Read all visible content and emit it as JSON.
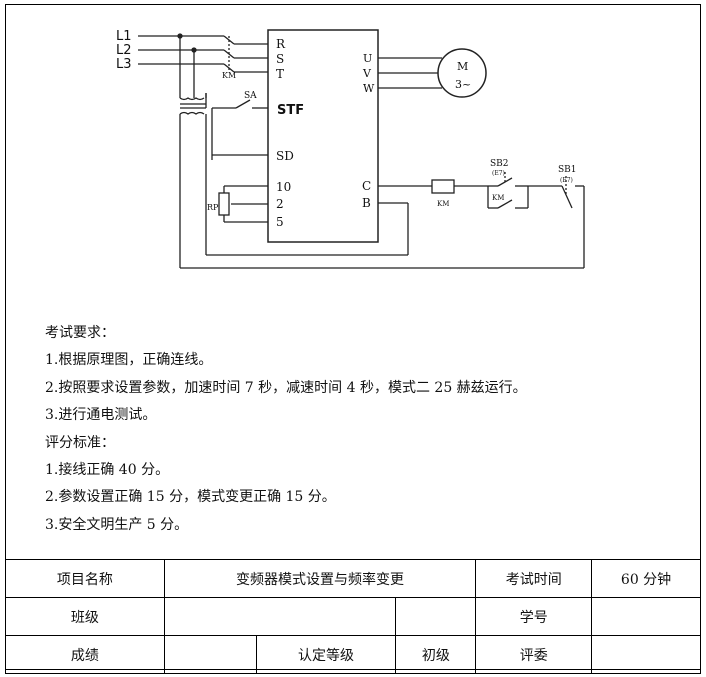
{
  "diagram": {
    "phases": [
      "L1",
      "L2",
      "L3"
    ],
    "inverter_inputs": [
      "R",
      "S",
      "T"
    ],
    "inverter_outputs": [
      "U",
      "V",
      "W"
    ],
    "motor_label": [
      "M",
      "3~"
    ],
    "contactor_main_label": "KM",
    "switch_label": "SA",
    "stf_label": "STF",
    "sd_label": "SD",
    "pot_label": "RP",
    "analog_terminals": [
      "10",
      "2",
      "5"
    ],
    "relay_terminals": [
      "C",
      "B"
    ],
    "coil_label": "KM",
    "sb2_label": "SB2",
    "sb2_sub": "(E7)",
    "sb2_km_label": "KM",
    "sb1_label": "SB1",
    "sb1_sub": "(E7)"
  },
  "requirements": {
    "heading1": "考试要求：",
    "item1": "1.根据原理图，正确连线。",
    "item2": "2.按照要求设置参数，加速时间 7 秒，减速时间 4 秒，模式二 25 赫兹运行。",
    "item3": "3.进行通电测试。",
    "heading2": "评分标准：",
    "score1": "1.接线正确  40 分。",
    "score2": "2.参数设置正确 15 分，模式变更正确 15 分。",
    "score3": "3.安全文明生产 5 分。"
  },
  "table": {
    "project_name_label": "项目名称",
    "project_name_value": "变频器模式设置与频率变更",
    "exam_time_label": "考试时间",
    "exam_time_value": "60 分钟",
    "class_label": "班级",
    "class_value": "",
    "student_id_label": "学号",
    "student_id_value": "",
    "score_label": "成绩",
    "score_value": "",
    "grade_label": "认定等级",
    "grade_value": "初级",
    "judge_label": "评委",
    "judge_value": ""
  }
}
